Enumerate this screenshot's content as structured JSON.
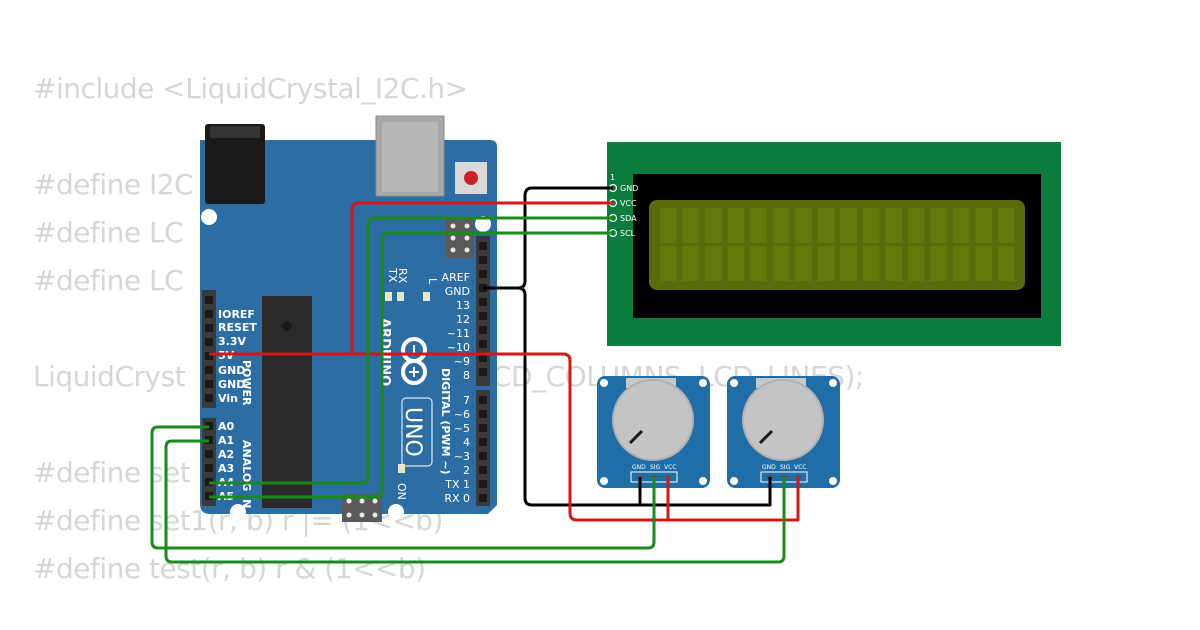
{
  "code_lines": [
    "#include <LiquidCrystal_I2C.h>",
    "#define I2C",
    "#define LC",
    "#define LC",
    "LiquidCryst",
    ", LCD_COLUMNS, LCD_LINES);",
    "#define set",
    "#define set1(r, b) r |= (1<<b)",
    "#define test(r, b) r & (1<<b)"
  ],
  "arduino": {
    "brand": "ARDUINO",
    "model": "UNO",
    "digital_label": "DIGITAL (PWM ~)",
    "power_label": "POWER",
    "analog_label": "ANALOG IN",
    "on_label": "ON",
    "led_labels": [
      "TX",
      "RX",
      "L"
    ],
    "power_pins": [
      "IOREF",
      "RESET",
      "3.3V",
      "5V",
      "GND",
      "GND",
      "Vin"
    ],
    "analog_pins": [
      "A0",
      "A1",
      "A2",
      "A3",
      "A4",
      "A5"
    ],
    "digital_pins": [
      "AREF",
      "GND",
      "13",
      "12",
      "~11",
      "~10",
      "~9",
      "8",
      "7",
      "~6",
      "~5",
      "4",
      "~3",
      "2",
      "TX 1",
      "RX 0"
    ]
  },
  "lcd": {
    "pin1_label": "1",
    "pins": [
      "GND",
      "VCC",
      "SDA",
      "SCL"
    ],
    "columns": 16,
    "rows": 2
  },
  "potentiometers": [
    {
      "pins": [
        "GND",
        "SIG",
        "VCC"
      ]
    },
    {
      "pins": [
        "GND",
        "SIG",
        "VCC"
      ]
    }
  ],
  "colors": {
    "board": "#2c6da4",
    "lcd_pcb": "#0a7d3c",
    "lcd_screen": "#596b0a",
    "wire_red": "#d51717",
    "wire_green": "#1a8a1a",
    "wire_black": "#000000",
    "pot_board": "#1f6ea8"
  }
}
